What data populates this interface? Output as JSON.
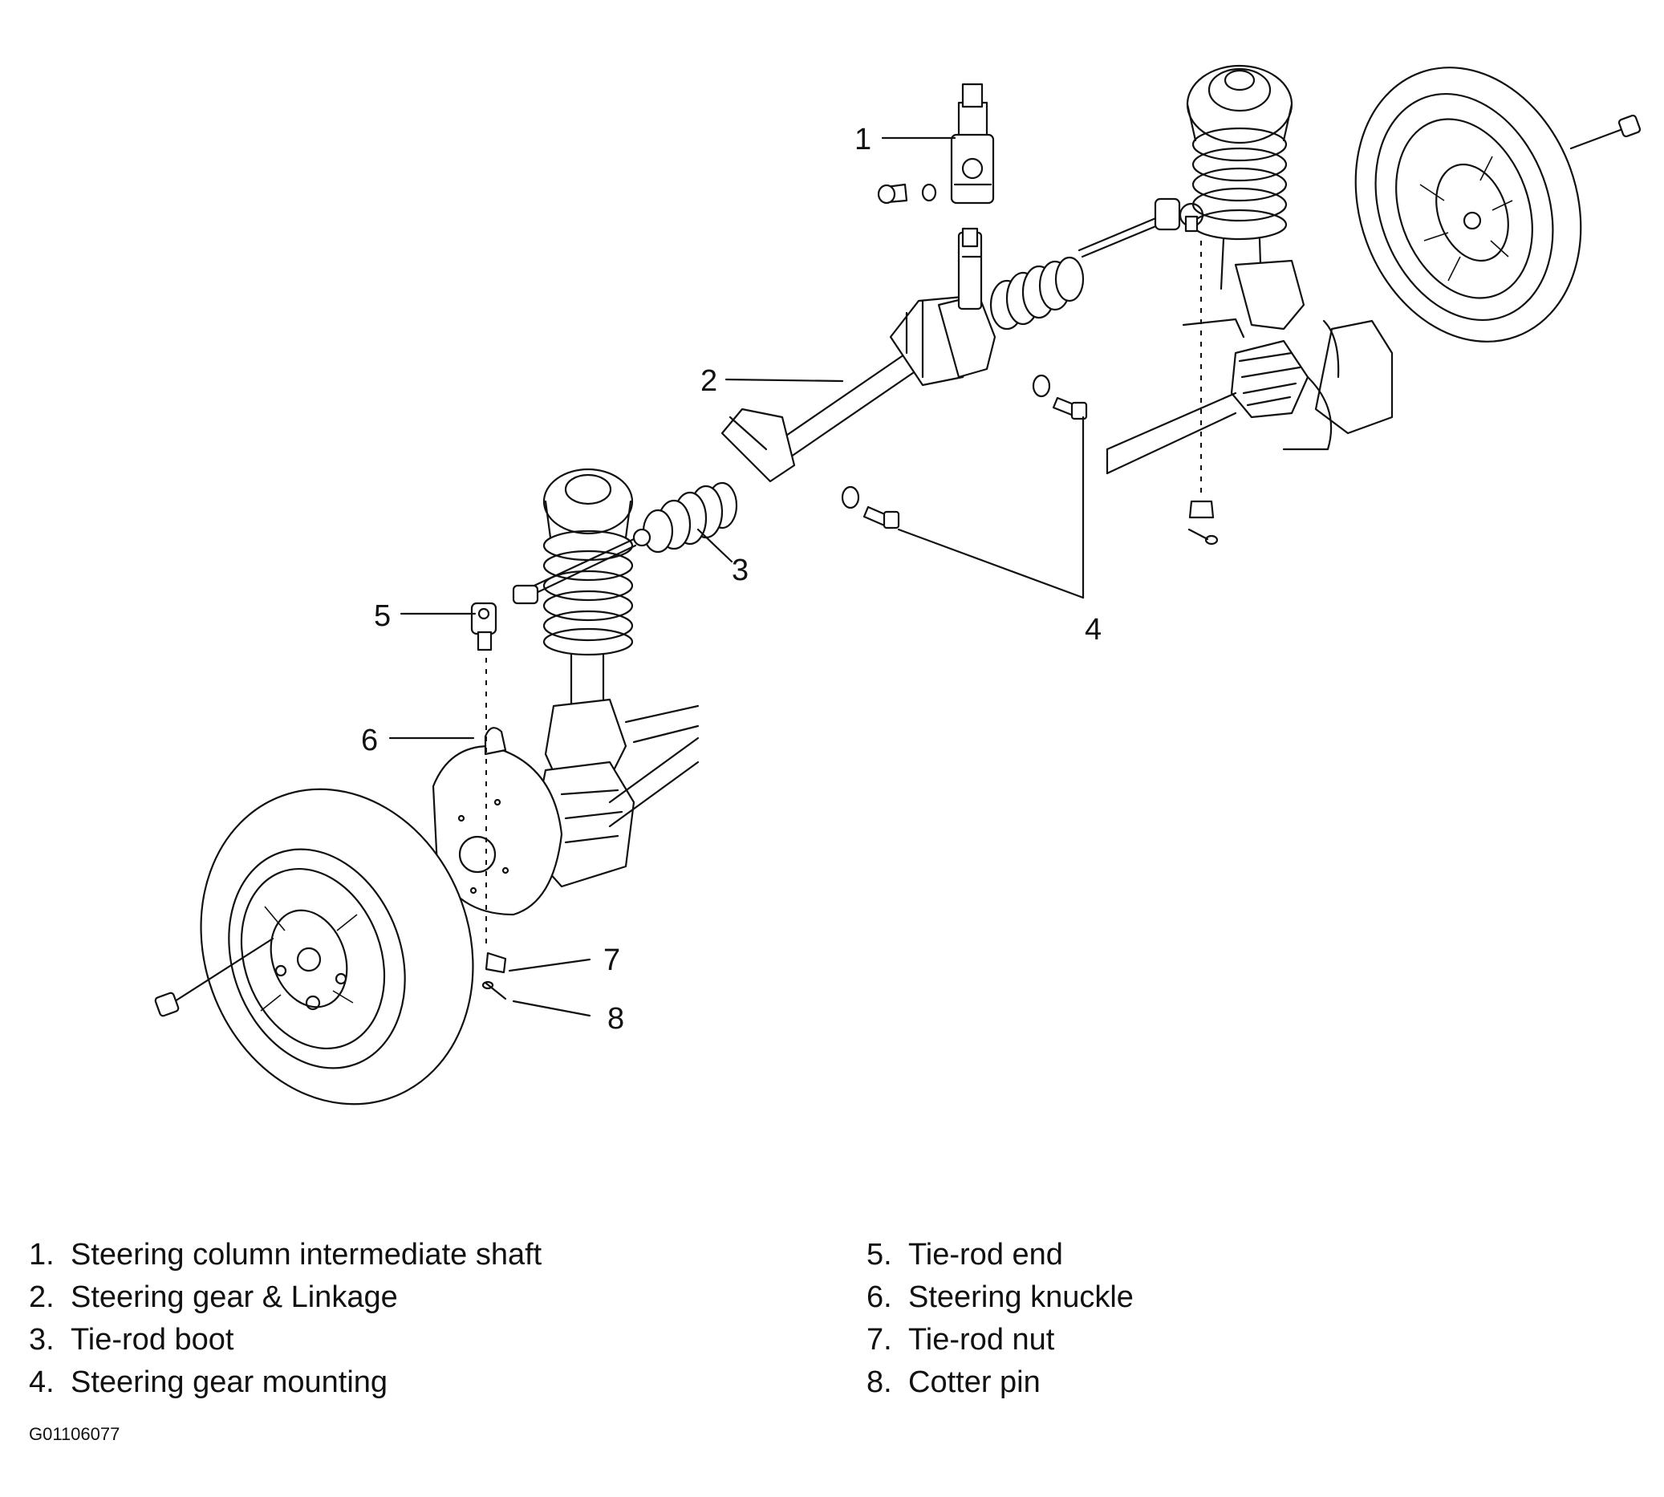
{
  "callouts": [
    "1",
    "2",
    "3",
    "4",
    "5",
    "6",
    "7",
    "8"
  ],
  "legend": {
    "left": [
      {
        "num": "1.",
        "text": "Steering column intermediate shaft"
      },
      {
        "num": "2.",
        "text": "Steering gear & Linkage"
      },
      {
        "num": "3.",
        "text": "Tie-rod boot"
      },
      {
        "num": "4.",
        "text": "Steering gear mounting"
      }
    ],
    "right": [
      {
        "num": "5.",
        "text": "Tie-rod end"
      },
      {
        "num": "6.",
        "text": "Steering knuckle"
      },
      {
        "num": "7.",
        "text": "Tie-rod nut"
      },
      {
        "num": "8.",
        "text": "Cotter pin"
      }
    ]
  },
  "figure_code": "G01106077"
}
